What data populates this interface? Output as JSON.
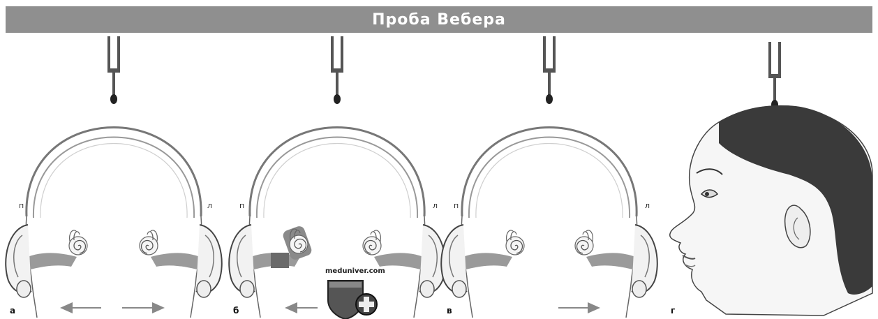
{
  "title": "Проба Вебера",
  "panels": [
    {
      "letter": "а",
      "side_right_label": "п",
      "side_left_label": "л",
      "arrows": "both"
    },
    {
      "letter": "б",
      "side_right_label": "п",
      "side_left_label": "л",
      "arrows": "left"
    },
    {
      "letter": "в",
      "side_right_label": "п",
      "side_left_label": "л",
      "arrows": "right"
    },
    {
      "letter": "г"
    }
  ],
  "watermark": "meduniver.com",
  "colors": {
    "title_bar": "#8f8f8f",
    "bone": "#888888",
    "ear_canal": "#9a9a9a",
    "hair": "#3a3a3a",
    "arrow": "#888888"
  }
}
